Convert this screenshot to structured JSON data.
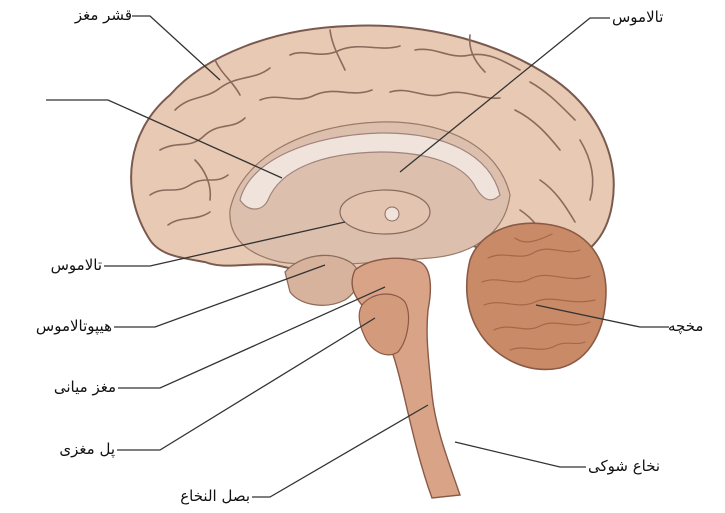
{
  "labels": {
    "cortex": "قشر مغز",
    "thalamus_top": "تالاموس",
    "corpus_callosum": "",
    "thalamus_left": "تالاموس",
    "hypothalamus": "هیپوتالاموس",
    "midbrain": "مغز میانی",
    "pons": "پل مغزی",
    "medulla": "بصل النخاع",
    "cerebellum": "مخچه",
    "spinal_cord": "نخاع شوکی"
  },
  "colors": {
    "cerebrum": "#e8c9b3",
    "cerebrum_outline": "#7a5a4e",
    "gyrus_line": "#8a6a5c",
    "corpus_callosum": "#efe3dc",
    "inner_region": "#dcc0ad",
    "brainstem": "#d9a387",
    "cerebellum": "#c98a68",
    "cerebellum_dark": "#a86648",
    "leader_line": "#333333"
  }
}
